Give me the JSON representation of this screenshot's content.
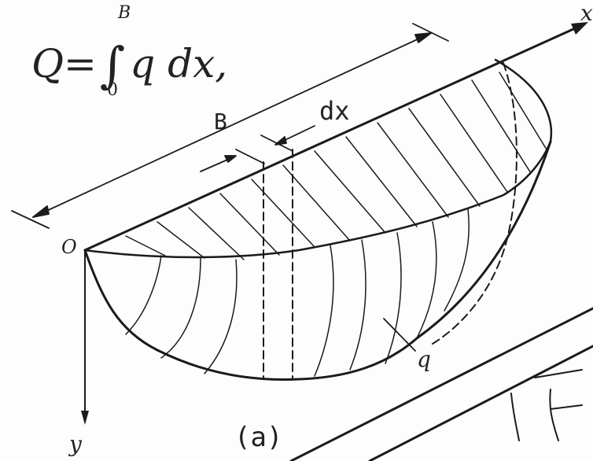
{
  "formula": {
    "lhs": "Q=",
    "integral": "∫",
    "upper_limit": "B",
    "lower_limit": "0",
    "integrand": "q dx,"
  },
  "labels": {
    "width": "B",
    "strip": "dx",
    "x_axis": "x",
    "origin": "O",
    "y_axis": "y",
    "load": "q",
    "caption": "(a)"
  }
}
